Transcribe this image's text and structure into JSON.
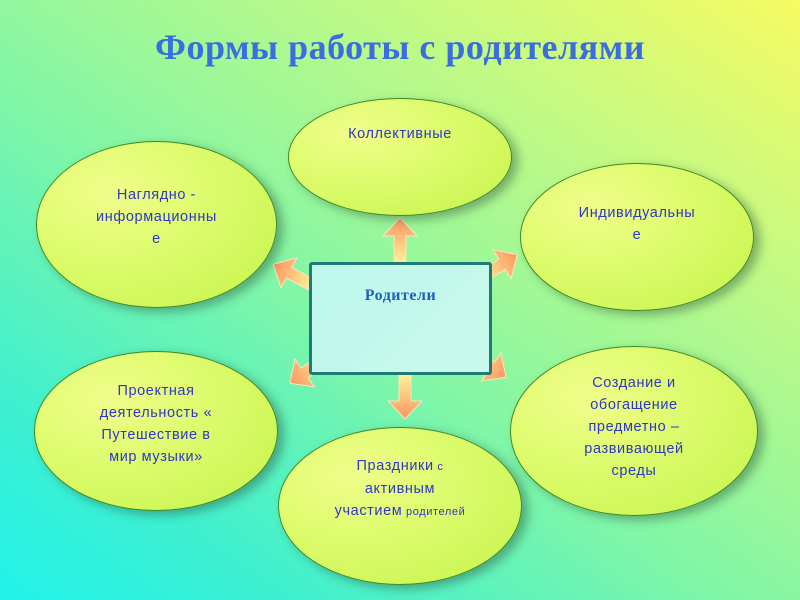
{
  "title": "Формы работы с родителями",
  "center": {
    "label": "Родители"
  },
  "nodes": {
    "top": {
      "lines": [
        "Коллективные"
      ]
    },
    "top_left": {
      "lines": [
        "Наглядно -",
        "информационны",
        "е"
      ]
    },
    "top_right": {
      "lines": [
        "Индивидуальны",
        "е"
      ]
    },
    "bottom_left": {
      "lines": [
        "Проектная",
        "деятельность «",
        "Путешествие в",
        "мир музыки»"
      ]
    },
    "bottom": {
      "line1": "Праздники",
      "line1_small": " с",
      "line2": "активным",
      "line3": "участием",
      "line3_small": " родителей"
    },
    "bottom_right": {
      "lines": [
        "Создание  и",
        "обогащение",
        "предметно –",
        "развивающей",
        "среды"
      ]
    }
  },
  "colors": {
    "title": "#3a6ee0",
    "node_text": "#2f37c6",
    "node_fill": "#dcfb6b",
    "node_border": "#3f8a22",
    "center_border": "#1f7a78",
    "center_fill": "#c2f8ec",
    "arrow_start": "#fff29a",
    "arrow_end": "#fb9a62"
  }
}
